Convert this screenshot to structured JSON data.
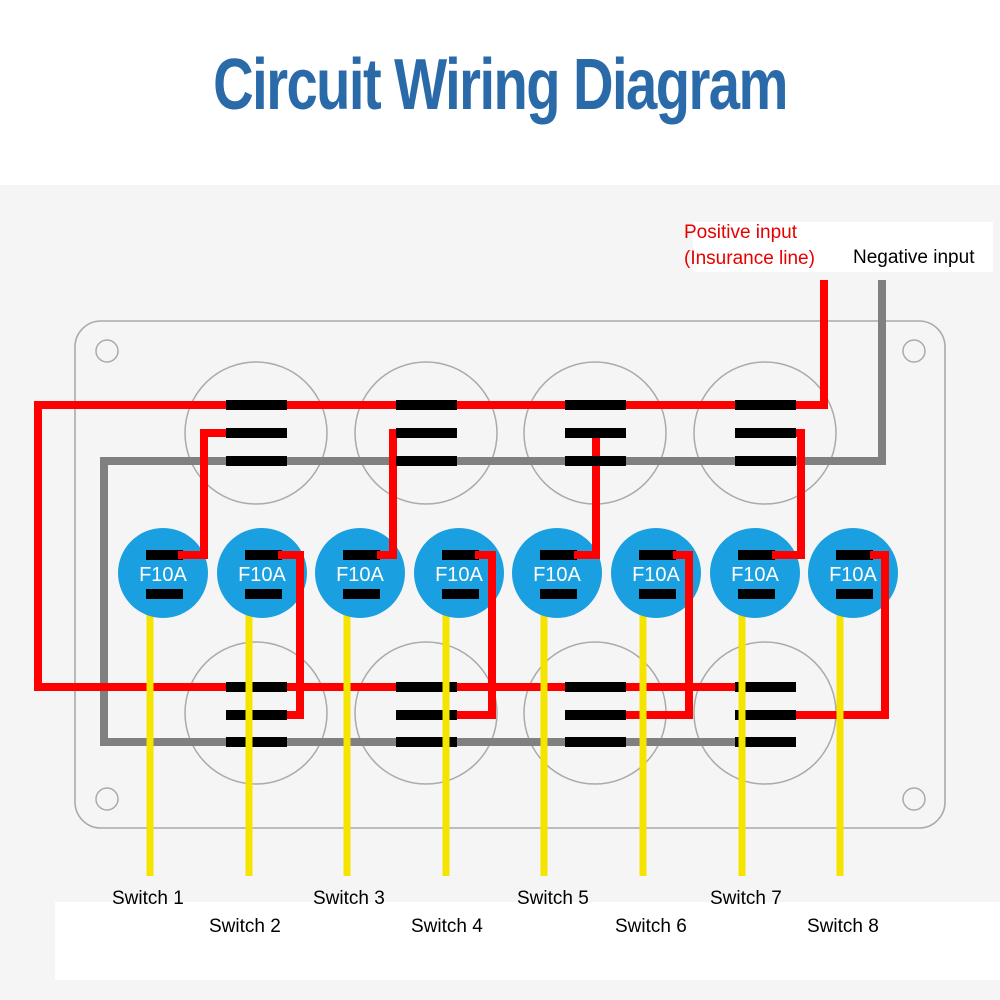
{
  "title": "Circuit Wiring Diagram",
  "inputs": {
    "positive_line1": "Positive input",
    "positive_line2": "(Insurance line)",
    "negative": "Negative input"
  },
  "fuses": [
    {
      "label": "F10A"
    },
    {
      "label": "F10A"
    },
    {
      "label": "F10A"
    },
    {
      "label": "F10A"
    },
    {
      "label": "F10A"
    },
    {
      "label": "F10A"
    },
    {
      "label": "F10A"
    },
    {
      "label": "F10A"
    }
  ],
  "switches": [
    {
      "label": "Switch 1"
    },
    {
      "label": "Switch 2"
    },
    {
      "label": "Switch 3"
    },
    {
      "label": "Switch 4"
    },
    {
      "label": "Switch 5"
    },
    {
      "label": "Switch 6"
    },
    {
      "label": "Switch 7"
    },
    {
      "label": "Switch 8"
    }
  ],
  "colors": {
    "title": "#2a6aa8",
    "positive_wire": "#ff0000",
    "negative_wire": "#808080",
    "switch_wire": "#f5e400",
    "terminal": "#000000",
    "fuse": "#1a9fe0",
    "outline": "#aaaaaa",
    "background": "#f5f5f5"
  }
}
